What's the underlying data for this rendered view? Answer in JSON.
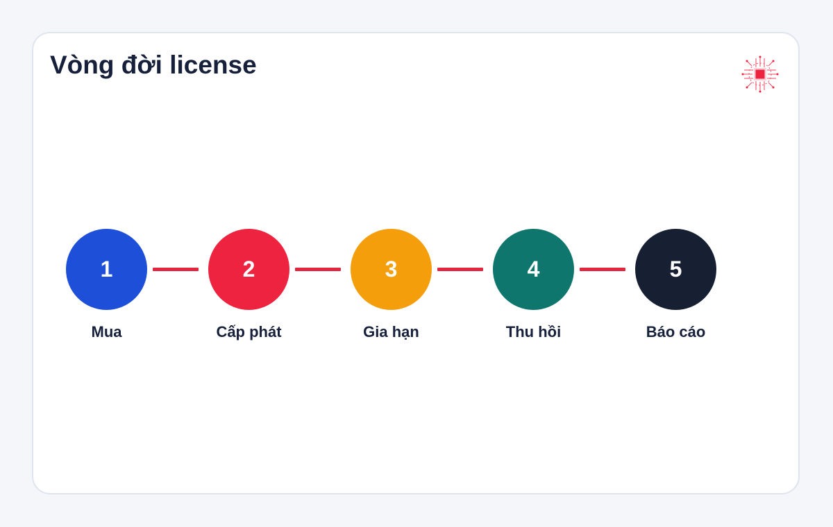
{
  "title": "Vòng đời license",
  "connector_color": "#e1263d",
  "chip_icon": "cpu-chip-icon",
  "steps": [
    {
      "number": "1",
      "label": "Mua",
      "color": "#1d4fd8"
    },
    {
      "number": "2",
      "label": "Cấp phát",
      "color": "#ee2340"
    },
    {
      "number": "3",
      "label": "Gia hạn",
      "color": "#f59e0b"
    },
    {
      "number": "4",
      "label": "Thu hồi",
      "color": "#0f766e"
    },
    {
      "number": "5",
      "label": "Báo cáo",
      "color": "#172033"
    }
  ]
}
